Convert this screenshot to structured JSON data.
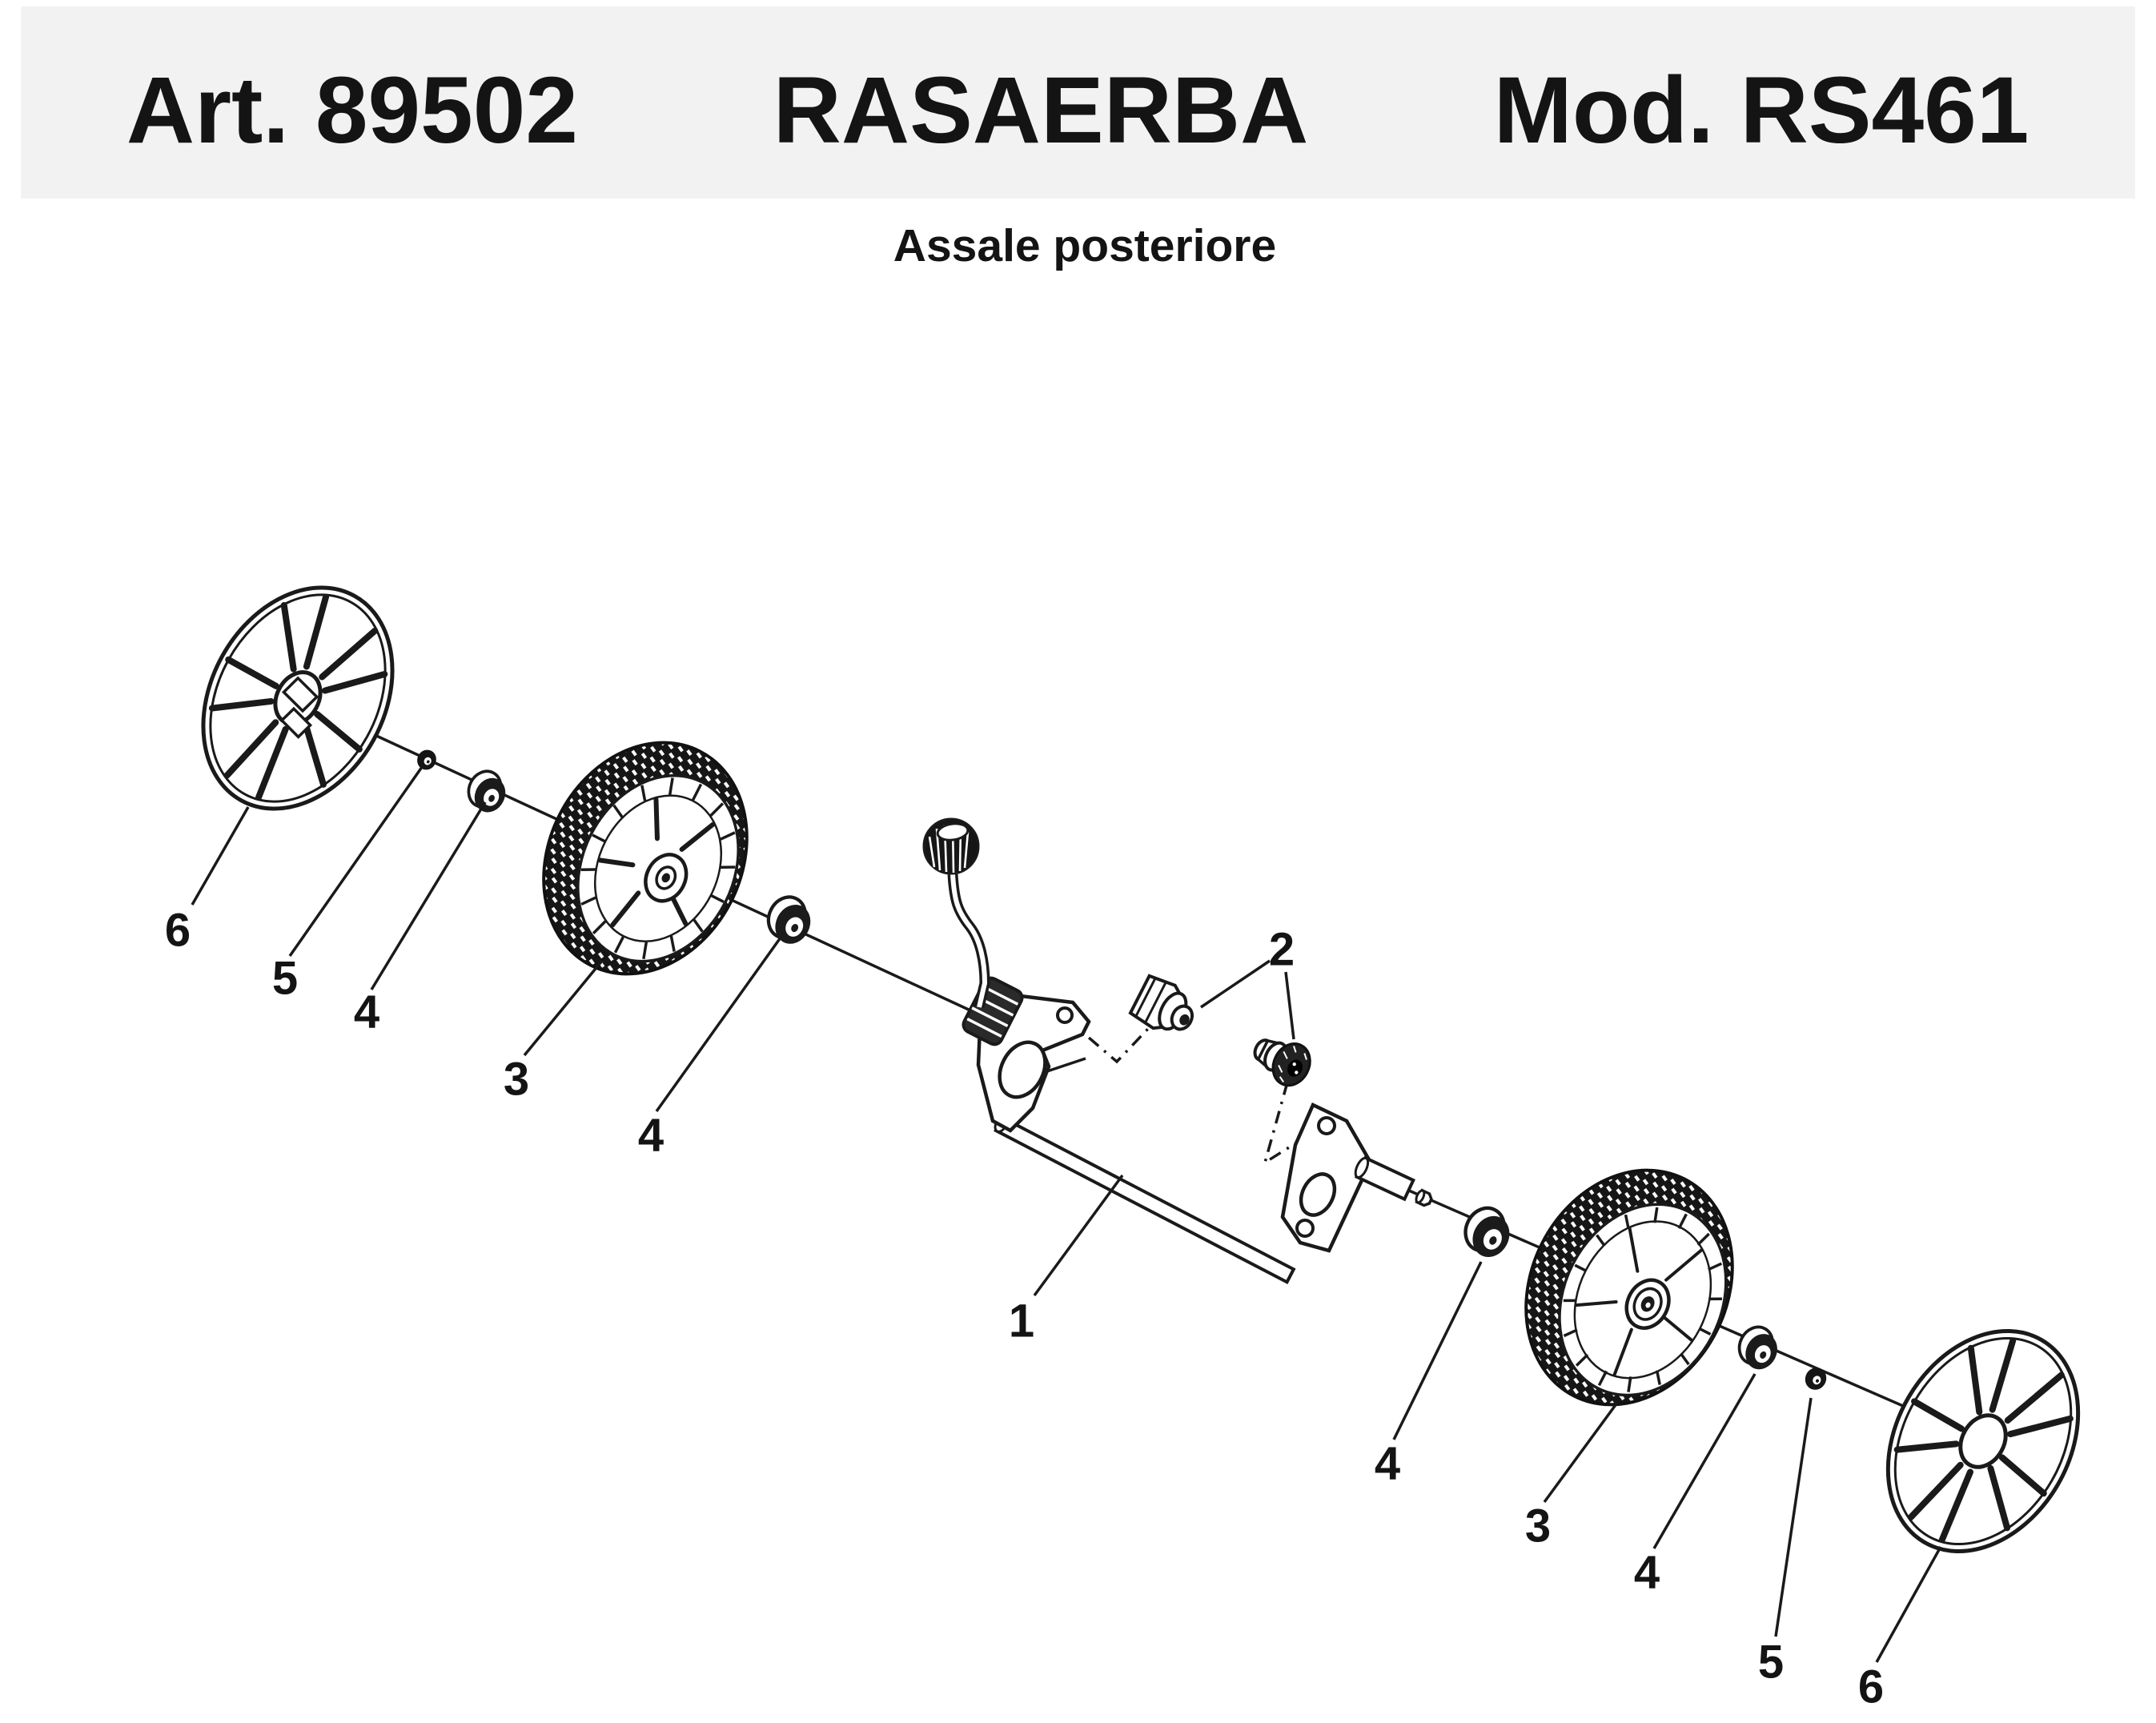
{
  "header": {
    "article": "Art. 89502",
    "product": "RASAERBA",
    "model": "Mod. RS461"
  },
  "subtitle": "Assale posteriore",
  "callouts": [
    {
      "number": "6"
    },
    {
      "number": "5"
    },
    {
      "number": "4"
    },
    {
      "number": "3"
    },
    {
      "number": "4"
    },
    {
      "number": "1"
    },
    {
      "number": "2"
    },
    {
      "number": "4"
    },
    {
      "number": "3"
    },
    {
      "number": "4"
    },
    {
      "number": "5"
    },
    {
      "number": "6"
    }
  ],
  "colors": {
    "line": "#1a1a1a",
    "ink": "#141414",
    "header_bg": "#f2f2f2",
    "paper": "#ffffff",
    "tread_dark": "#161616"
  }
}
